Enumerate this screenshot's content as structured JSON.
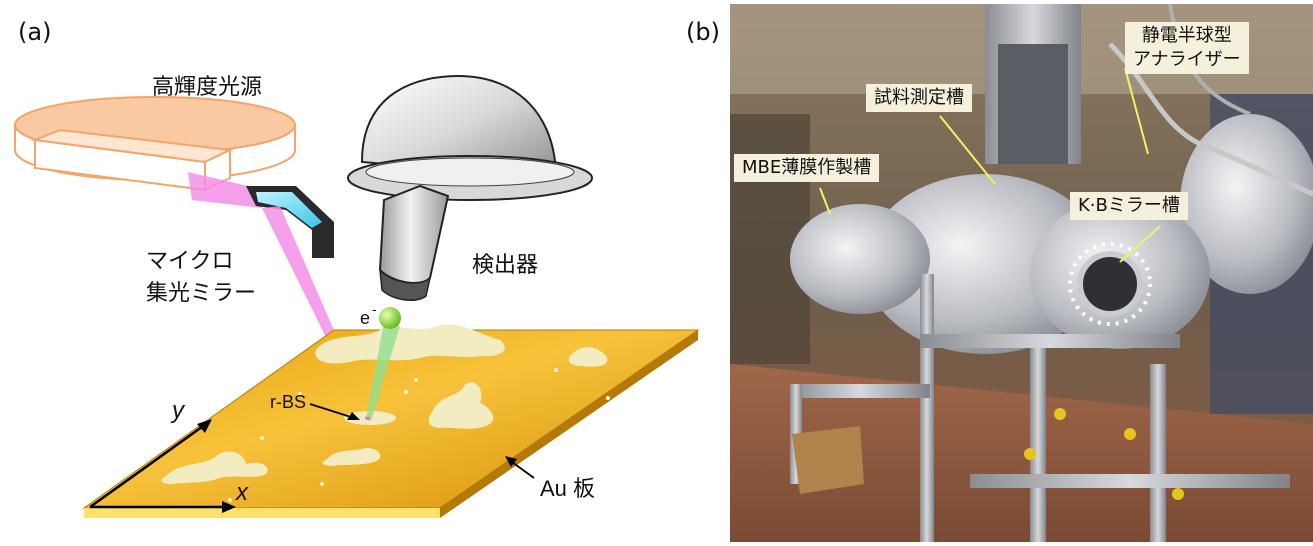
{
  "panel_a": {
    "label": "(a)",
    "light_source_label": "高輝度光源",
    "mirror_label_line1": "マイクロ",
    "mirror_label_line2": "集光ミラー",
    "detector_label": "検出器",
    "electron_label": "e",
    "electron_sup": "-",
    "rbs_label": "r-BS",
    "au_plate_label": "Au 板",
    "x_axis_label": "x",
    "y_axis_label": "y"
  },
  "panel_b": {
    "label": "(b)",
    "analyzer_line1": "静電半球型",
    "analyzer_line2": "アナライザー",
    "sample_chamber": "試料測定槽",
    "mbe_chamber": "MBE薄膜作製槽",
    "kb_chamber": "K·Bミラー槽"
  },
  "colors": {
    "gold_plate": "#f2b41c",
    "gold_dark": "#c98a07",
    "pale_islands": "#f2ecc0",
    "source_orange": "#f4a46a",
    "beam_pink": "#f58ee6",
    "beam_green": "#8fe08f",
    "electron_green": "#7fd32a",
    "callout_bg": "#f5f0dc"
  }
}
